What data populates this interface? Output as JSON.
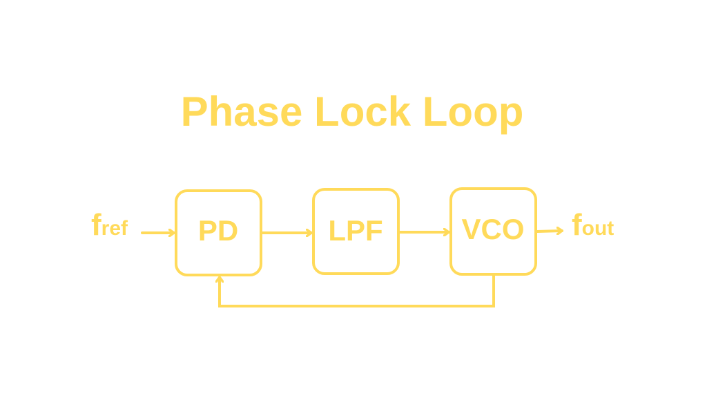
{
  "title": "Phase Lock Loop",
  "color": "#FFDA5A",
  "input": {
    "main": "f",
    "sub": "ref"
  },
  "output": {
    "main": "f",
    "sub": "out"
  },
  "blocks": [
    {
      "label": "PD"
    },
    {
      "label": "LPF"
    },
    {
      "label": "VCO"
    }
  ]
}
